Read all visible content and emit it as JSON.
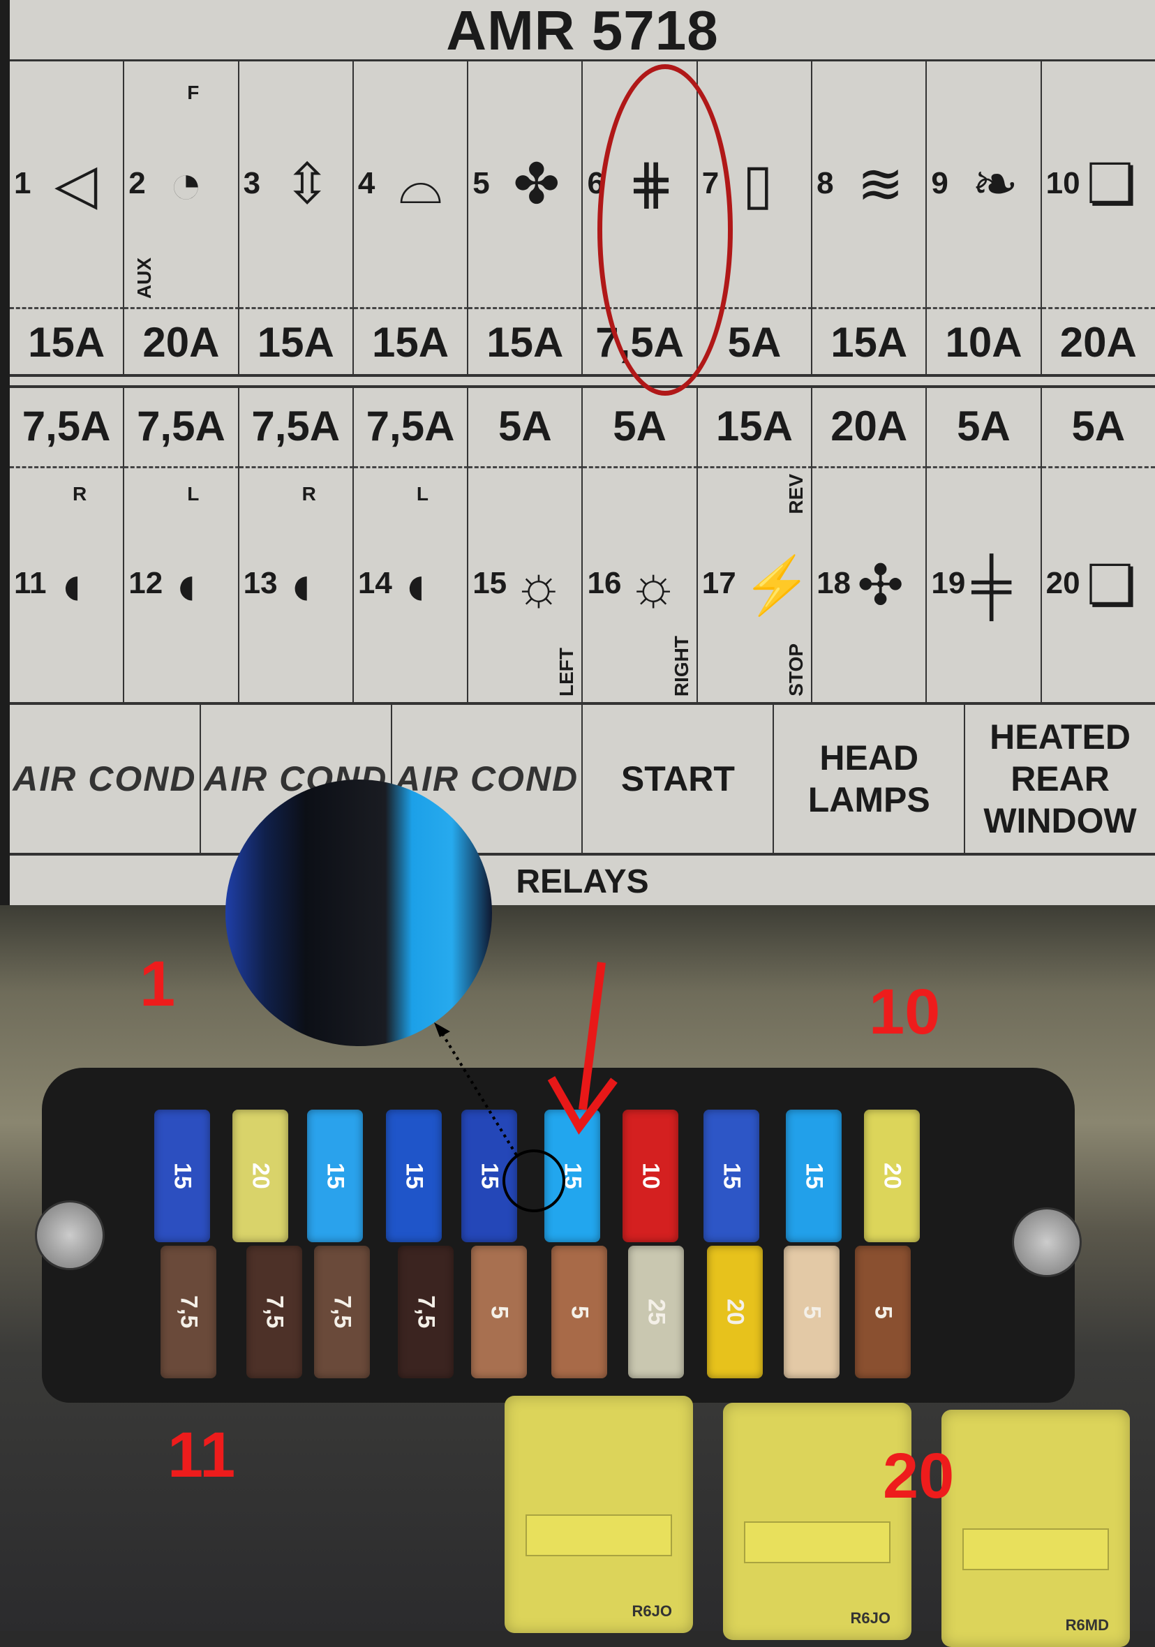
{
  "title": "AMR 5718",
  "top_row": [
    {
      "num": "1",
      "amp": "15A",
      "icon": "hazard-triangle-icon",
      "glyph": "◁"
    },
    {
      "num": "2",
      "amp": "20A",
      "icon": "aux-lamp-gauge-horn-icon",
      "glyph": "◔",
      "extra": "AUX",
      "badge": "F"
    },
    {
      "num": "3",
      "amp": "15A",
      "icon": "gauge-arrows-wiper-icon",
      "glyph": "⇳"
    },
    {
      "num": "4",
      "amp": "15A",
      "icon": "wiper-icon",
      "glyph": "⌓"
    },
    {
      "num": "5",
      "amp": "15A",
      "icon": "fan-icon",
      "glyph": "✤"
    },
    {
      "num": "6",
      "amp": "7,5A",
      "icon": "rear-fog-lamp-icon",
      "glyph": "⋕"
    },
    {
      "num": "7",
      "amp": "5A",
      "icon": "lighter-icon",
      "glyph": "▯"
    },
    {
      "num": "8",
      "amp": "15A",
      "icon": "heated-rear-window-icon",
      "glyph": "≋"
    },
    {
      "num": "9",
      "amp": "10A",
      "icon": "interior-light-icon",
      "glyph": "❧"
    },
    {
      "num": "10",
      "amp": "20A",
      "icon": "manual-icon",
      "glyph": "❏"
    }
  ],
  "bottom_row": [
    {
      "num": "11",
      "amp": "7,5A",
      "icon": "headlamp-right-icon",
      "glyph": "◖",
      "extra": "R"
    },
    {
      "num": "12",
      "amp": "7,5A",
      "icon": "headlamp-left-icon",
      "glyph": "◖",
      "extra": "L"
    },
    {
      "num": "13",
      "amp": "7,5A",
      "icon": "headlamp-right-icon",
      "glyph": "◖",
      "extra": "R"
    },
    {
      "num": "14",
      "amp": "7,5A",
      "icon": "headlamp-left-icon",
      "glyph": "◖",
      "extra": "L"
    },
    {
      "num": "15",
      "amp": "5A",
      "icon": "side-light-left-icon",
      "glyph": "☼",
      "extra": "LEFT"
    },
    {
      "num": "16",
      "amp": "5A",
      "icon": "side-light-right-icon",
      "glyph": "☼",
      "extra": "RIGHT"
    },
    {
      "num": "17",
      "amp": "15A",
      "icon": "reverse-stop-lamp-icon",
      "glyph": "⚡",
      "extra": "REV",
      "extra2": "STOP"
    },
    {
      "num": "18",
      "amp": "20A",
      "icon": "double-fan-icon",
      "glyph": "✣"
    },
    {
      "num": "19",
      "amp": "5A",
      "icon": "capacitor-icon",
      "glyph": "╪"
    },
    {
      "num": "20",
      "amp": "5A",
      "icon": "manual-icon",
      "glyph": "❏"
    }
  ],
  "relays": [
    "AIR COND",
    "AIR COND",
    "AIR COND",
    "START",
    "HEAD LAMPS",
    "HEATED REAR WINDOW"
  ],
  "relays_label": "RELAYS",
  "photo_labels": {
    "first": "1",
    "tenth": "10",
    "eleventh": "11",
    "twentieth": "20"
  },
  "fuses_top": [
    {
      "value": "15",
      "color": "#2c4fc0"
    },
    {
      "value": "20",
      "color": "#d9d36a"
    },
    {
      "value": "15",
      "color": "#2aa2ec"
    },
    {
      "value": "15",
      "color": "#1f55c9"
    },
    {
      "value": "15",
      "color": "#2447b8"
    },
    {
      "value": "15",
      "color": "#22a6ee"
    },
    {
      "value": "10",
      "color": "#d42020"
    },
    {
      "value": "15",
      "color": "#2d56c6"
    },
    {
      "value": "15",
      "color": "#22a0ea"
    },
    {
      "value": "20",
      "color": "#dcd55a"
    }
  ],
  "fuses_bottom": [
    {
      "value": "7,5",
      "color": "#6a4a3a"
    },
    {
      "value": "7,5",
      "color": "#4d3128"
    },
    {
      "value": "7,5",
      "color": "#6a4a3a"
    },
    {
      "value": "7,5",
      "color": "#3b2420"
    },
    {
      "value": "5",
      "color": "#a87050"
    },
    {
      "value": "5",
      "color": "#a86a48"
    },
    {
      "value": "25",
      "color": "#c9c7b0"
    },
    {
      "value": "20",
      "color": "#e7c21c"
    },
    {
      "value": "5",
      "color": "#e3c9a6"
    },
    {
      "value": "5",
      "color": "#8a5030"
    }
  ],
  "relay_codes": [
    "R6JO",
    "R6JO",
    "R6MD"
  ],
  "accent_color": "#ee1c1c"
}
